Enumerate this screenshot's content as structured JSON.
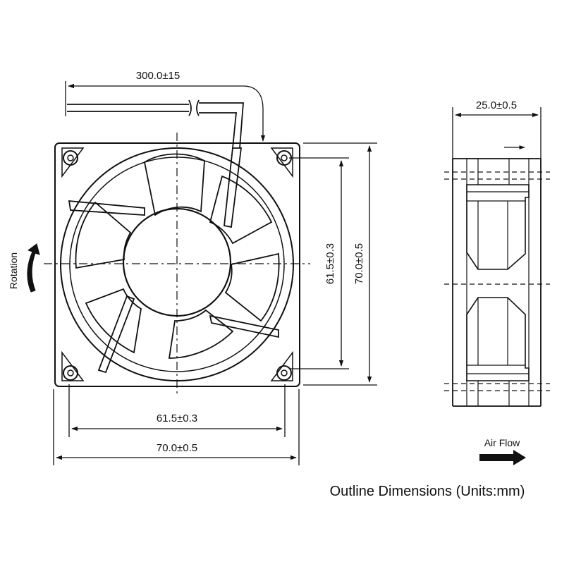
{
  "diagram": {
    "cable_length": "300.0±15",
    "hole_spacing_vertical": "61.5±0.3",
    "frame_height": "70.0±0.5",
    "hole_spacing_horizontal": "61.5±0.3",
    "frame_width": "70.0±0.5",
    "depth": "25.0±0.5",
    "rotation_label": "Rotation",
    "airflow_label": "Air Flow",
    "caption": "Outline Dimensions (Units:mm)"
  }
}
